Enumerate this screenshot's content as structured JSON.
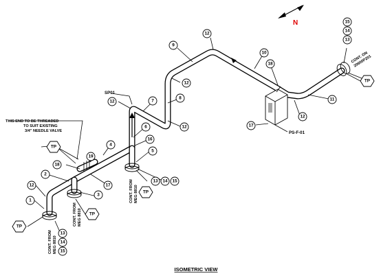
{
  "view_title": "ISOMETRIC VIEW",
  "north_label": "N",
  "note_threaded": [
    "THIS END TO BE THREADED",
    "TO SUIT EXISTING",
    "3/4\" NEEDLE VALVE"
  ],
  "support_tag": "SP01",
  "pipe_support_label": "PS-F-01",
  "cont_on": [
    "CONT. ON",
    "20600P201"
  ],
  "cont_from_left": [
    "CONT. FROM",
    "MEG 8810"
  ],
  "cont_from_mid": [
    "CONT. FROM",
    "MEG 8810"
  ],
  "cont_from_right": [
    "CONT. FROM",
    "MEG 8810"
  ],
  "tp_label": "TP",
  "callouts": [
    "1",
    "2",
    "3",
    "4",
    "5",
    "6",
    "7",
    "8",
    "9",
    "10",
    "11",
    "12",
    "13",
    "14",
    "15",
    "16",
    "17",
    "18",
    "19"
  ],
  "balloons": {
    "b12_top": "12",
    "b9": "9",
    "b10": "10",
    "b15_tr": "15",
    "b14_tr": "14",
    "b13_tr": "13",
    "b12_r1": "12",
    "b8": "8",
    "b7": "7",
    "b12_l": "12",
    "b12_m": "12",
    "b18_r": "18",
    "b11": "11",
    "b12_r2": "12",
    "b17_r": "17",
    "b6": "6",
    "b16_m": "16",
    "b5": "5",
    "b4": "4",
    "b19": "19",
    "b18_l": "18",
    "b2": "2",
    "b12_ll": "12",
    "b1": "1",
    "b3": "3",
    "b17_l": "17",
    "b13_m": "13",
    "b14_m": "14",
    "b15_m": "15",
    "b13_l": "13",
    "b14_l": "14",
    "b15_l": "15"
  }
}
